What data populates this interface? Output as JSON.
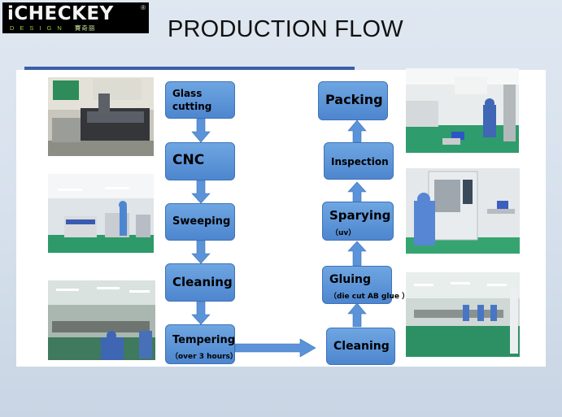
{
  "brand": {
    "name": "iCHECKEY",
    "registered": "®",
    "tagline": "DESIGN",
    "tagline_cn": "賽奇丽"
  },
  "page_title": "PRODUCTION FLOW",
  "colors": {
    "accent_rule": "#3b5ea8",
    "step_fill": "#5b93d8",
    "arrow": "#5b93d8"
  },
  "steps": {
    "glass_cutting": "Glass\ncutting",
    "cnc": "CNC",
    "sweeping": "Sweeping",
    "cleaning_1": "Cleaning",
    "tempering": "Tempering",
    "tempering_note": "（over 3 hours）",
    "cleaning_2": "Cleaning",
    "gluing": "Gluing",
    "gluing_note": "（die cut AB glue ）",
    "spraying": "Sparying",
    "spraying_note": "（uv）",
    "inspection": "Inspection",
    "packing": "Packing"
  },
  "photos": [
    {
      "name": "glass-cutting-machine-photo"
    },
    {
      "name": "cleanroom-workshop-photo"
    },
    {
      "name": "assembly-line-photo"
    },
    {
      "name": "packing-area-photo"
    },
    {
      "name": "spray-machine-photo"
    },
    {
      "name": "dust-free-workshop-photo"
    }
  ]
}
